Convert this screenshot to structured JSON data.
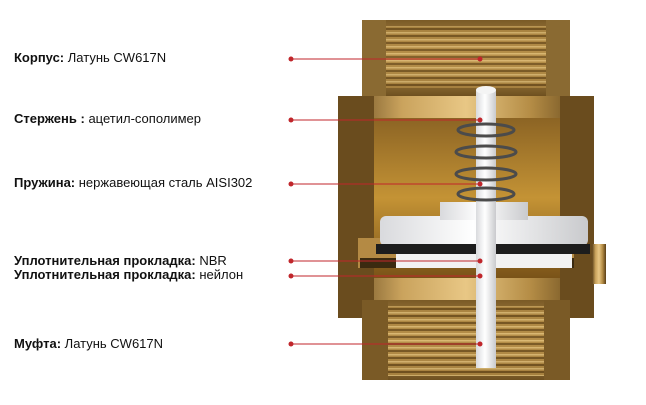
{
  "diagram": {
    "accent_color": "#c0262b",
    "labels": [
      {
        "name": "Корпус:",
        "value": "Латунь CW617N"
      },
      {
        "name": "Стержень :",
        "value": "ацетил-сополимер"
      },
      {
        "name": "Пружина:",
        "value": "нержавеющая сталь AISI302"
      },
      {
        "name": "Уплотнительная прокладка:",
        "value": "NBR"
      },
      {
        "name": "Уплотнительная прокладка:",
        "value": "нейлон"
      },
      {
        "name": "Муфта:",
        "value": "Латунь CW617N"
      }
    ]
  }
}
